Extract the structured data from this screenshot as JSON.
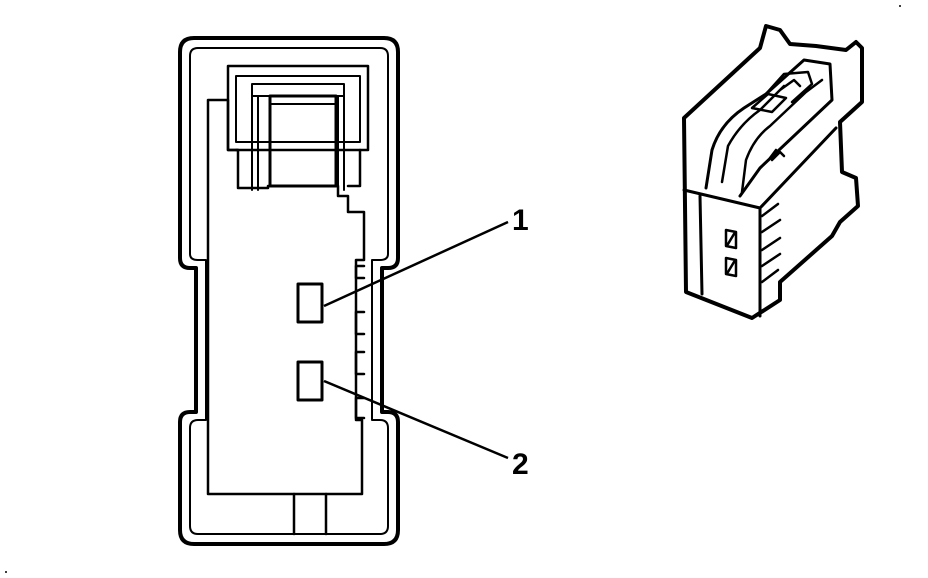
{
  "diagram": {
    "callouts": [
      {
        "id": "1",
        "label": "1"
      },
      {
        "id": "2",
        "label": "2"
      }
    ],
    "ink_color": "#000000",
    "background_color": "#ffffff"
  }
}
